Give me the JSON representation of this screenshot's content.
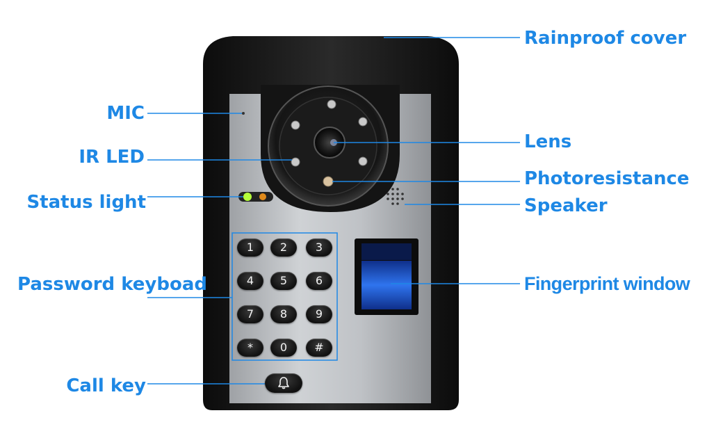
{
  "labels": {
    "rainproof_cover": "Rainproof cover",
    "mic": "MIC",
    "lens": "Lens",
    "ir_led": "IR LED",
    "photoresistance": "Photoresistance",
    "status_light": "Status light",
    "speaker": "Speaker",
    "password_keyboard": "Password keyboad",
    "fingerprint_window": "Fingerprint window",
    "call_key": "Call key"
  },
  "keypad": {
    "keys": [
      "1",
      "2",
      "3",
      "4",
      "5",
      "6",
      "7",
      "8",
      "9",
      "*",
      "0",
      "#"
    ]
  },
  "icons": {
    "call_key": "bell-icon"
  },
  "colors": {
    "label": "#1e88e5",
    "housing": "#1c1c1c",
    "panel": "#b9bcc0",
    "fingerprint": "#1f5fd6"
  }
}
